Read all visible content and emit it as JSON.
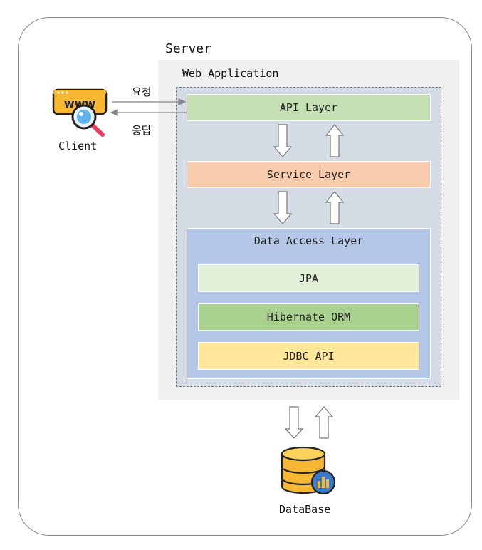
{
  "server": {
    "title": "Server"
  },
  "web_app": {
    "title": "Web Application"
  },
  "layers": {
    "api": "API Layer",
    "service": "Service Layer",
    "data_access": "Data Access Layer",
    "jpa": "JPA",
    "hibernate": "Hibernate ORM",
    "jdbc": "JDBC API"
  },
  "client": {
    "label": "Client",
    "request_label": "요청",
    "response_label": "응답",
    "icon": "www-search-icon"
  },
  "database": {
    "label": "DataBase",
    "icon": "database-icon"
  },
  "colors": {
    "api": "#c5e0b4",
    "service": "#f8cbad",
    "data_access": "#b4c7e7",
    "jpa": "#e2f0d9",
    "hibernate": "#a9d18e",
    "jdbc": "#ffe699"
  }
}
